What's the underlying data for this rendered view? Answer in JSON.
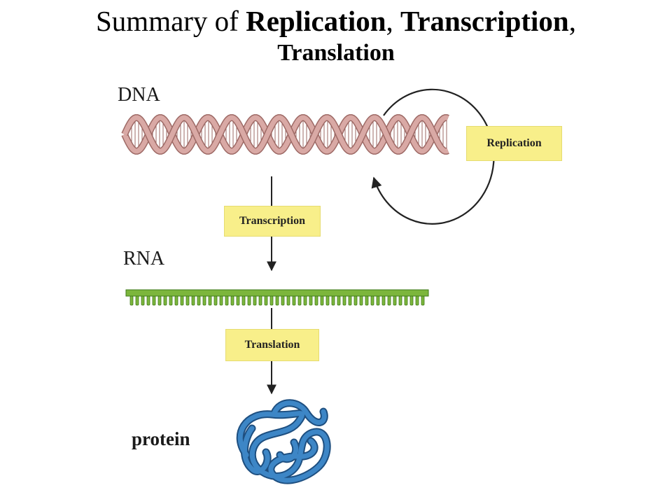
{
  "title": {
    "prefix": "Summary of ",
    "term1": "Replication",
    "sep1": ", ",
    "term2": "Transcription",
    "sep2": ",",
    "term3": "Translation"
  },
  "labels": {
    "dna": "DNA",
    "rna": "RNA",
    "protein": "protein"
  },
  "processes": {
    "replication": "Replication",
    "transcription": "Transcription",
    "translation": "Translation"
  },
  "colors": {
    "dna_strand": "#d9a9a5",
    "dna_edge": "#9e6a66",
    "rna": "#7cb63c",
    "rna_edge": "#3f7a1b",
    "protein": "#3d86c6",
    "protein_edge": "#1e4f80",
    "box_fill": "#f8ef8a",
    "arrow": "#222222"
  }
}
